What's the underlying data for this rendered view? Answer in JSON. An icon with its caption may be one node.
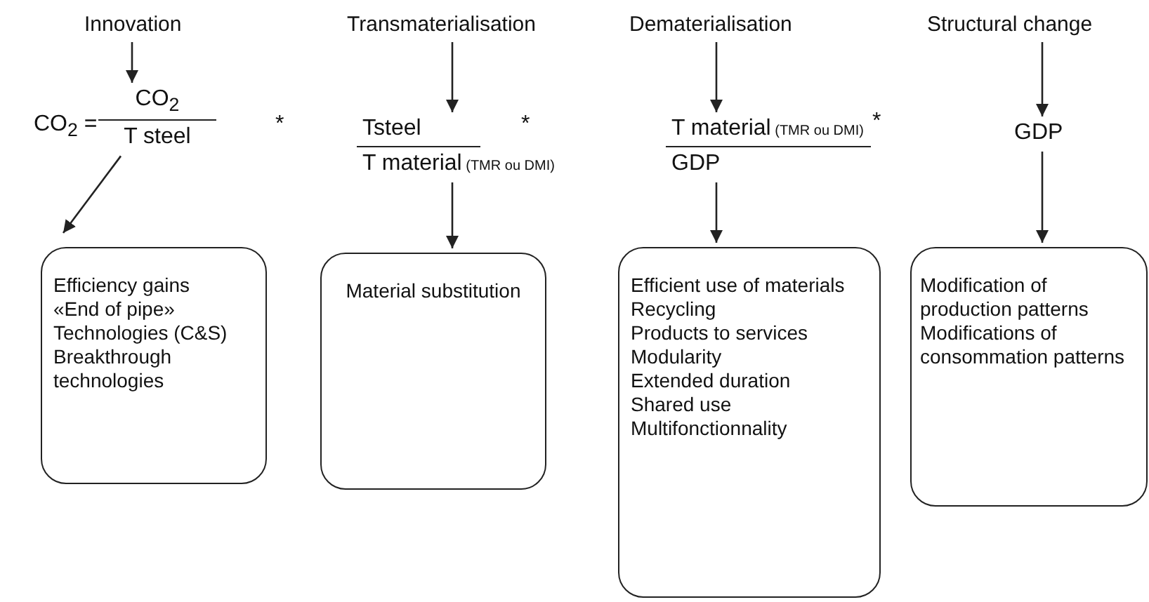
{
  "diagram": {
    "nodes": [
      {
        "text": [
          "Innovation"
        ]
      },
      {
        "text": [
          "CO$_{2}$",
          "T steel"
        ]
      },
      {
        "text": [
          "Transmaterialisation"
        ]
      },
      {
        "text": [
          "Tsteel",
          "T material",
          "(TMR ou DMI)"
        ]
      },
      {
        "text": [
          "Dematerialisation"
        ]
      },
      {
        "text": [
          "T material",
          "(TMR ou DMI)",
          "GDP"
        ]
      },
      {
        "text": [
          "Structural change"
        ]
      },
      {
        "text": [
          "GDP"
        ]
      },
      {
        "text": [
          "Efficiency gains",
          "«End of pipe» Technologies (C&S)",
          "Breakthrough technologies"
        ]
      },
      {
        "text": [
          "Material substitution"
        ]
      },
      {
        "text": [
          "Efficient use of materials",
          "Recycling",
          "Products to services",
          "Modularity",
          "Extended duration",
          "Shared use",
          "Multifonctionnality"
        ]
      },
      {
        "text": [
          "Modification of production patterns",
          "Modifications of consommation patterns"
        ]
      }
    ],
    "edges": [
      {
        "from": 0,
        "to": 1,
        "arrow": "to"
      },
      {
        "from": 1,
        "to": 8,
        "arrow": "to"
      },
      {
        "from": 2,
        "to": 3,
        "arrow": "to"
      },
      {
        "from": 3,
        "to": 9,
        "arrow": "to"
      },
      {
        "from": 4,
        "to": 5,
        "arrow": "to"
      },
      {
        "from": 5,
        "to": 10,
        "arrow": "to"
      },
      {
        "from": 6,
        "to": 7,
        "arrow": "to"
      },
      {
        "from": 7,
        "to": 11,
        "arrow": "to"
      }
    ],
    "labels": [
      "CO$_{2}$ =",
      "*",
      "*",
      "*"
    ]
  }
}
